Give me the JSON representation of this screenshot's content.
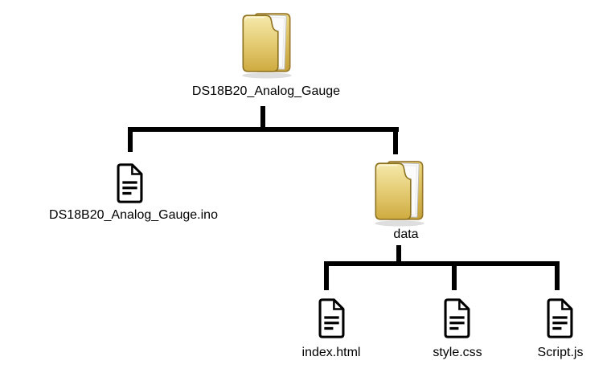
{
  "tree": {
    "root": {
      "label": "DS18B20_Analog_Gauge",
      "type": "folder",
      "icon": "folder-icon"
    },
    "children": [
      {
        "label": "DS18B20_Analog_Gauge.ino",
        "type": "file",
        "icon": "document-icon"
      },
      {
        "label": "data",
        "type": "folder",
        "icon": "folder-icon",
        "children": [
          {
            "label": "index.html",
            "type": "file",
            "icon": "document-icon"
          },
          {
            "label": "style.css",
            "type": "file",
            "icon": "document-icon"
          },
          {
            "label": "Script.js",
            "type": "file",
            "icon": "document-icon"
          }
        ]
      }
    ]
  },
  "colors": {
    "background": "#ffffff",
    "connector": "#000000",
    "text": "#000000",
    "folder_front_light": "#f5e9ac",
    "folder_front_dark": "#cfab40",
    "folder_back_light": "#edd87e",
    "folder_back_dark": "#c5a139",
    "folder_outline": "#8d7222",
    "file_outline": "#000000",
    "file_fill": "#ffffff"
  }
}
